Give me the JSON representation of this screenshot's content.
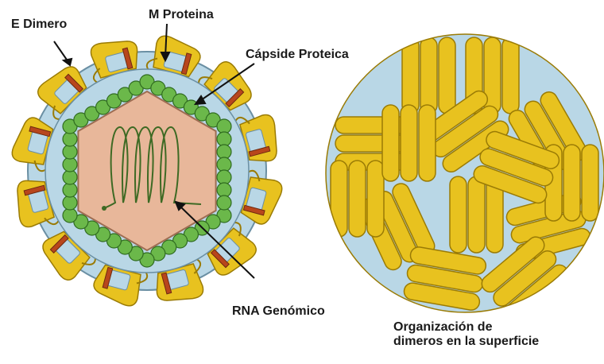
{
  "labels": {
    "e_dimer": "E Dimero",
    "m_protein": "M Proteina",
    "capsid": "Cápside Proteica",
    "rna": "RNA Genómico",
    "surface_line1": "Organización de",
    "surface_line2": "dimeros en la superficie"
  },
  "colors": {
    "e_protein_yellow": "#e8c21f",
    "e_protein_outline": "#9a7b05",
    "membrane_blue": "#b9d7e6",
    "capsid_green": "#6bb84a",
    "capsid_outline": "#2f6b1f",
    "core_pink": "#e8b79a",
    "m_protein_brown": "#b8461c"
  }
}
